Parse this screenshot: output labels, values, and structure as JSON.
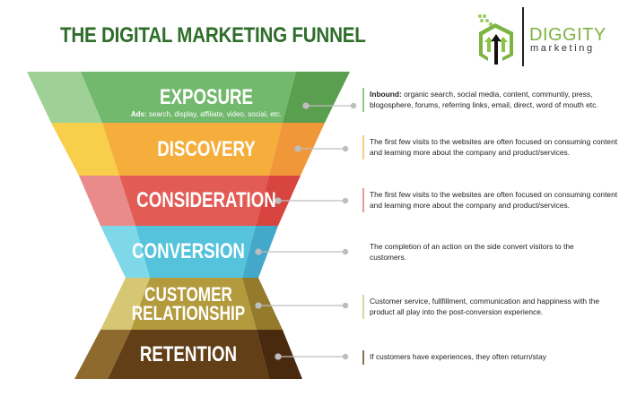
{
  "header": {
    "title": "THE DIGITAL MARKETING FUNNEL"
  },
  "logo": {
    "icon": "house-growth-arrows-icon",
    "brand_line1": "DIGGITY",
    "brand_line2": "marketing",
    "colors": {
      "green": "#7cb342",
      "dark": "#222222"
    }
  },
  "funnel": {
    "stages": [
      {
        "label": "EXPOSURE",
        "sublabel_bold": "Ads:",
        "sublabel": " search, display, affiliate, video, social, etc.",
        "colors": {
          "left": "#9fd196",
          "center": "#72b86d",
          "right": "#5a9e4f"
        },
        "description_bold": "Inbound:",
        "description": " organic search, social media, content, communtiy, press, blogosphere, forums, referring links, email, direct, word of mouth etc.",
        "bar_color": "#8fcc86"
      },
      {
        "label": "DISCOVERY",
        "colors": {
          "left": "#f7cf4a",
          "center": "#f5ae3c",
          "right": "#f0973a"
        },
        "description": "The first few visits to the websites are often focused on consuming content and learning more about the company and product/services.",
        "bar_color": "#f5cf7e"
      },
      {
        "label": "CONSIDERATION",
        "colors": {
          "left": "#e98b8a",
          "center": "#e25b55",
          "right": "#d84540"
        },
        "description": "The first few visits to the websites are often focused on consuming content and learning more about the company and product/services.",
        "bar_color": "#e59c95"
      },
      {
        "label": "CONVERSION",
        "colors": {
          "left": "#7ed8e8",
          "center": "#55c3dc",
          "right": "#43a8c9"
        },
        "description": "The completion of an action on the side convert visitors to the customers.",
        "bar_color": "#ffffff"
      },
      {
        "label_line1": "CUSTOMER",
        "label_line2": "RELATIONSHIP",
        "colors": {
          "left": "#d6c774",
          "center": "#b39a3d",
          "right": "#937b2b"
        },
        "description": "Customer service, fullfillment, communication and happiness with the product all play into the post-conversion experience.",
        "bar_color": "#d9d6a0"
      },
      {
        "label": "RETENTION",
        "colors": {
          "left": "#8e6a2f",
          "center": "#633f17",
          "right": "#4a2a0f"
        },
        "description": "If customers have experiences, they often return/stay",
        "bar_color": "#8a7050"
      }
    ],
    "connector_color": "#bdbdbd"
  }
}
